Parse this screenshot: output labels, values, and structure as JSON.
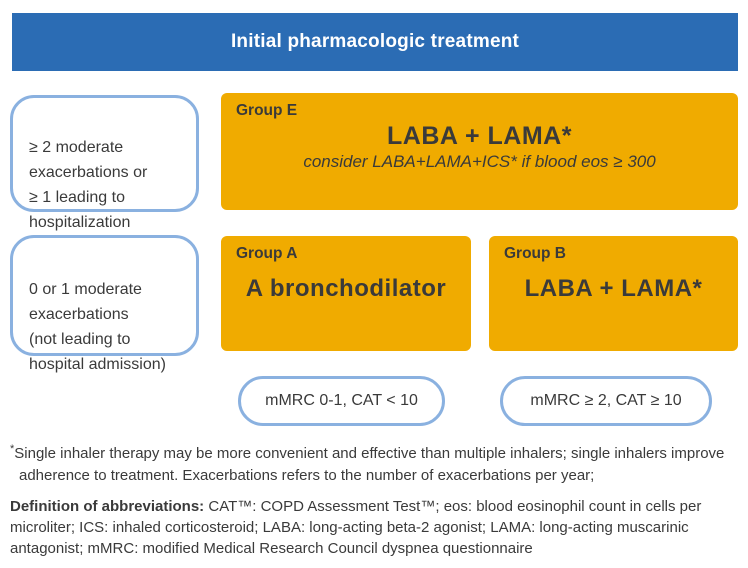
{
  "colors": {
    "header_blue": "#2b6cb4",
    "box_orange": "#f0ab00",
    "outline_blue": "#8ab1e0",
    "text_dark": "#3a3a3a"
  },
  "header": {
    "title": "Initial pharmacologic treatment"
  },
  "risk_boxes": [
    {
      "text": "≥ 2 moderate\nexacerbations or\n≥ 1 leading to\nhospitalization"
    },
    {
      "text": "0 or 1 moderate\nexacerbations\n(not leading to\nhospital admission)"
    }
  ],
  "groups": [
    {
      "label": "Group E",
      "treatment": "LABA + LAMA*",
      "note": "consider LABA+LAMA+ICS* if blood eos ≥ 300"
    },
    {
      "label": "Group A",
      "treatment": "A bronchodilator"
    },
    {
      "label": "Group B",
      "treatment": "LABA + LAMA*"
    }
  ],
  "symptom_pills": [
    {
      "text": "mMRC 0-1, CAT < 10"
    },
    {
      "text": "mMRC ≥ 2, CAT ≥ 10"
    }
  ],
  "footnote": {
    "marker": "*",
    "text": "Single inhaler therapy may be more convenient and effective than multiple inhalers; single inhalers improve adherence to treatment. Exacerbations refers to the number of exacerbations per year;"
  },
  "definitions": {
    "label": "Definition of abbreviations:",
    "text": " CAT™: COPD Assessment Test™; eos: blood eosinophil count in cells per microliter; ICS: inhaled corticosteroid; LABA: long-acting beta-2 agonist; LAMA: long-acting muscarinic antagonist; mMRC: modified Medical Research Council dyspnea questionnaire"
  }
}
